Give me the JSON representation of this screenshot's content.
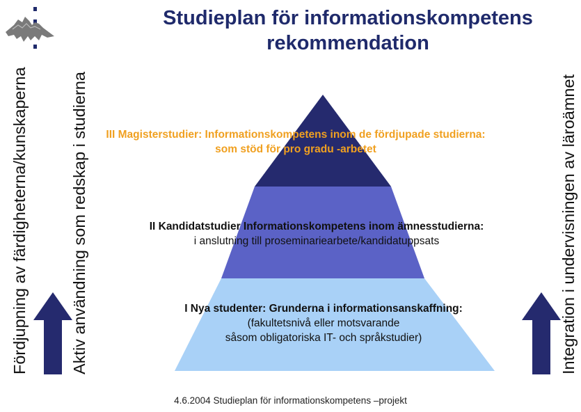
{
  "title": {
    "line1": "Studieplan för informationskompetens",
    "line2": "rekommendation"
  },
  "levels": [
    {
      "line1": "III Magisterstudier: Informationskompetens inom de fördjupade studierna:",
      "line2": "som stöd för pro gradu -arbetet",
      "color": "#252a6e"
    },
    {
      "line1": "II Kandidatstudier Informationskompetens inom ämnesstudierna:",
      "line2": "i anslutning till proseminariearbete/kandidatuppsats",
      "color": "#5b62c6"
    },
    {
      "line1": "I Nya studenter: Grunderna i informationsanskaffning:",
      "line2": "(fakultetsnivå eller motsvarande",
      "line3": "såsom obligatoriska IT- och språkstudier)",
      "color": "#a9d1f7"
    }
  ],
  "side_labels": {
    "left_outer": "Fördjupning av färdigheterna/kunskaperna",
    "left_inner": "Aktiv användning som redskap i studierna",
    "right": "Integration i undervisningen av läroämnet"
  },
  "accent_color": "#f0a020",
  "arrow_color": "#252a6e",
  "footer": "4.6.2004 Studieplan för informationskompetens –projekt"
}
